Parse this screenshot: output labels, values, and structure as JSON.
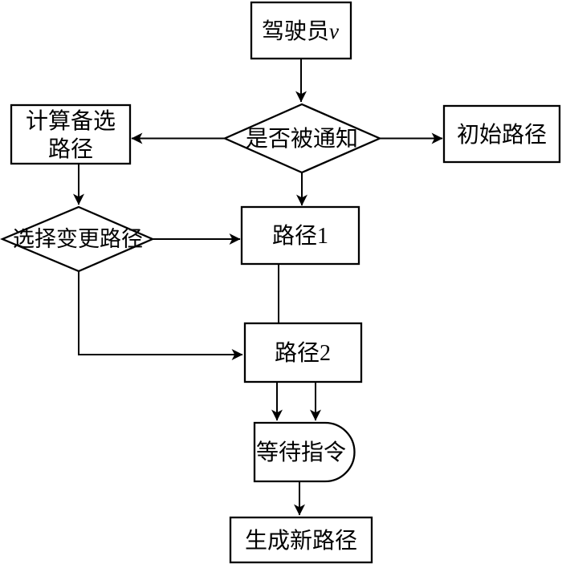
{
  "diagram": {
    "type": "flowchart",
    "colors": {
      "background": "#ffffff",
      "node_fill": "#ffffff",
      "stroke": "#000000",
      "text": "#000000"
    },
    "nodes": {
      "driver": {
        "shape": "rectangle",
        "label": "驾驶员",
        "var": "v"
      },
      "notified": {
        "shape": "diamond",
        "label": "是否被通知"
      },
      "compute_alt": {
        "shape": "rectangle",
        "line1": "计算备选",
        "line2": "路径"
      },
      "initial_path": {
        "shape": "rectangle",
        "label": "初始路径"
      },
      "choose_change": {
        "shape": "diamond",
        "label": "选择变更路径"
      },
      "path1": {
        "shape": "rectangle",
        "label": "路径1"
      },
      "path2": {
        "shape": "rectangle",
        "label": "路径2"
      },
      "wait_command": {
        "shape": "delay",
        "label": "等待指令"
      },
      "generate_new_path": {
        "shape": "rectangle",
        "label": "生成新路径"
      }
    },
    "edges": [
      {
        "from": "driver",
        "to": "notified",
        "arrow": true
      },
      {
        "from": "notified",
        "to": "compute_alt",
        "arrow": true
      },
      {
        "from": "notified",
        "to": "initial_path",
        "arrow": true
      },
      {
        "from": "notified",
        "to": "path1",
        "arrow": true
      },
      {
        "from": "compute_alt",
        "to": "choose_change",
        "arrow": true
      },
      {
        "from": "choose_change",
        "to": "path1",
        "arrow": true
      },
      {
        "from": "choose_change",
        "to": "path2",
        "arrow": true
      },
      {
        "from": "path1",
        "to": "path2",
        "arrow": false
      },
      {
        "from": "path2",
        "to": "wait_command",
        "arrow": true
      },
      {
        "from": "path2",
        "to": "wait_command",
        "arrow": true
      },
      {
        "from": "wait_command",
        "to": "generate_new_path",
        "arrow": true
      }
    ]
  }
}
